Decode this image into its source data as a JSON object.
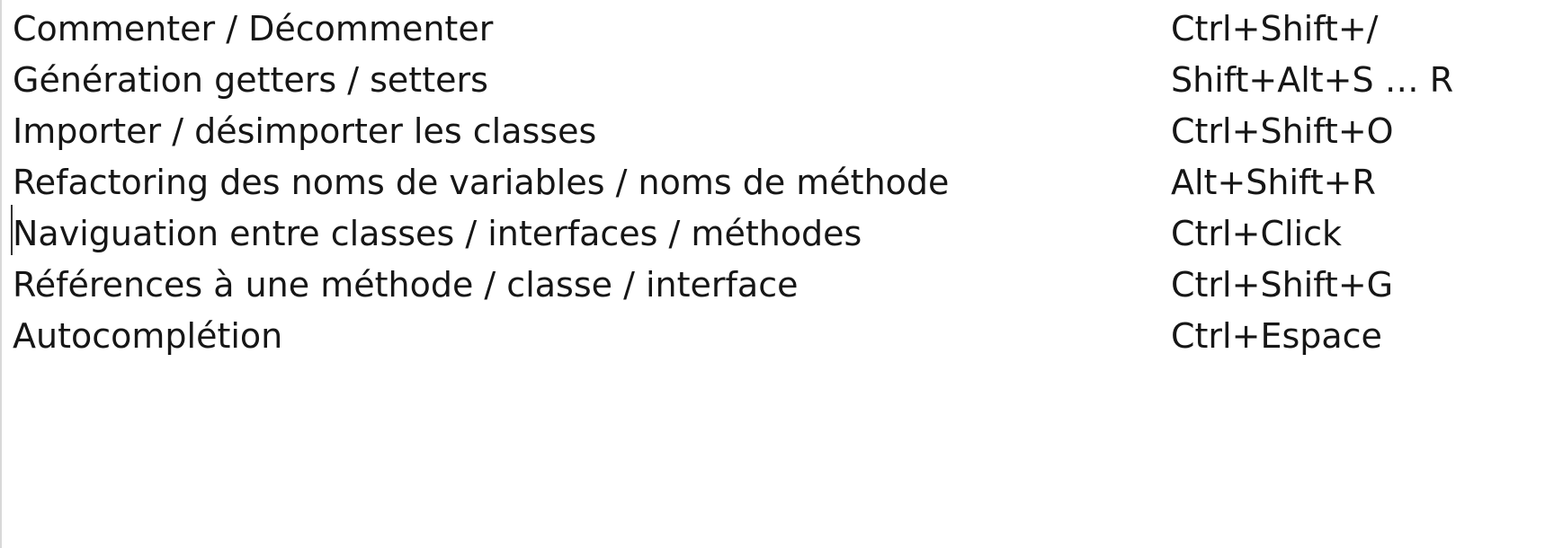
{
  "shortcuts": [
    {
      "action": "Commenter / Décommenter",
      "keys": "Ctrl+Shift+/"
    },
    {
      "action": "Génération getters / setters",
      "keys": "Shift+Alt+S … R"
    },
    {
      "action": "Importer / désimporter les classes",
      "keys": "Ctrl+Shift+O"
    },
    {
      "action": "Refactoring des noms de variables / noms de méthode",
      "keys": "Alt+Shift+R"
    },
    {
      "action": "Naviguation entre classes / interfaces / méthodes",
      "keys": "Ctrl+Click"
    },
    {
      "action": "Références à une méthode / classe / interface",
      "keys": "Ctrl+Shift+G"
    },
    {
      "action": "Autocomplétion",
      "keys": "Ctrl+Espace"
    }
  ]
}
